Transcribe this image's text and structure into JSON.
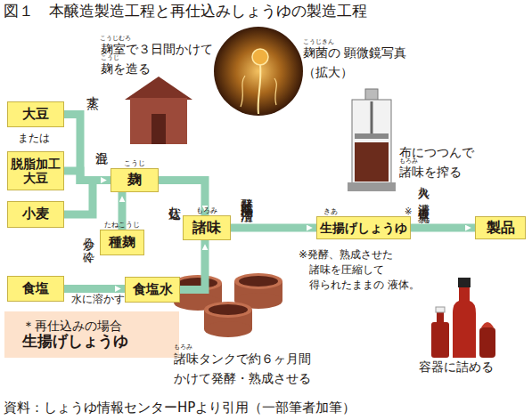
{
  "diagram": {
    "title": "図１　本醸造製造工程と再仕込みしょうゆの製造工程",
    "caption": "資料：しょうゆ情報センターHPより引用（一部筆者加筆）",
    "nodes": [
      {
        "text": [
          "大豆"
        ]
      },
      {
        "text": [
          "脱脂加工 大豆"
        ]
      },
      {
        "text": [
          "小麦"
        ]
      },
      {
        "text": [
          "食塩"
        ]
      },
      {
        "text": [
          "麹"
        ]
      },
      {
        "text": [
          "種麹"
        ]
      },
      {
        "text": [
          "食塩水"
        ]
      },
      {
        "text": [
          "諸味"
        ]
      },
      {
        "text": [
          "生揚げしょうゆ"
        ]
      },
      {
        "text": [
          "製品"
        ]
      },
      {
        "text": [
          "＊再仕込みの場合",
          "生揚げしょうゆ"
        ]
      }
    ],
    "edges": [
      {
        "from": 0,
        "to": 4,
        "arrow": "to",
        "label": "蒸す"
      },
      {
        "from": 1,
        "to": 4,
        "arrow": "to"
      },
      {
        "from": 2,
        "to": 4,
        "arrow": "to",
        "label": "炒る・砕く"
      },
      {
        "from": 5,
        "to": 4,
        "arrow": "to"
      },
      {
        "from": 3,
        "to": 6,
        "arrow": "to",
        "label": "水に溶かす"
      },
      {
        "from": 4,
        "to": 7,
        "arrow": "to",
        "label": "仕込む"
      },
      {
        "from": 6,
        "to": 7,
        "arrow": "to"
      },
      {
        "from": 7,
        "to": 8,
        "arrow": "to",
        "label": "発酵 熟成 圧搾 清澄"
      },
      {
        "from": 8,
        "to": 9,
        "arrow": "to",
        "label": "火入れ 清澄 検査 充填"
      }
    ],
    "labels": [
      "麹室で３日間かけて 麹を造る",
      "こうじむろ",
      "こうじ",
      "麹菌の 顕微鏡写真（拡大）",
      "こうじきん",
      "布につつんで 諸味を搾る",
      "もろみ",
      "または",
      "こうじ",
      "たねこうじ",
      "もろみ",
      "きあ",
      "※",
      "※発酵、熟成させた 諸味を圧縮して 得られたままの 液体。",
      "諸味タンクで約６ヶ月間 かけて発酵・熟成させる",
      "もろみ",
      "容器に詰める",
      "混合"
    ]
  }
}
